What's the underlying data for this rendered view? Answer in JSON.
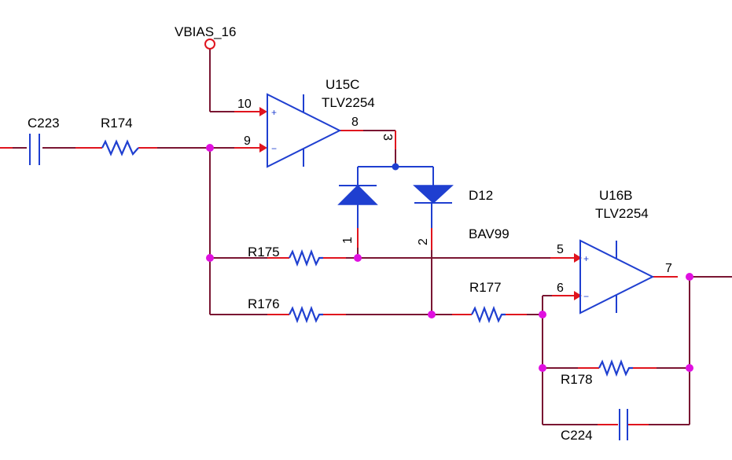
{
  "labels": {
    "vbias": "VBIAS_16",
    "c223": "C223",
    "r174": "R174",
    "r175": "R175",
    "r176": "R176",
    "r177": "R177",
    "r178": "R178",
    "c224": "C224",
    "u15_ref": "U15C",
    "u15_part": "TLV2254",
    "u16_ref": "U16B",
    "u16_part": "TLV2254",
    "d12_ref": "D12",
    "d12_part": "BAV99"
  },
  "pins": {
    "u15_in_plus": "10",
    "u15_in_minus": "9",
    "u15_out": "8",
    "d12_common": "3",
    "d12_a": "1",
    "d12_b": "2",
    "u16_in_plus": "5",
    "u16_in_minus": "6",
    "u16_out": "7"
  },
  "signs": {
    "plus": "+",
    "minus": "−"
  },
  "colors": {
    "wire": "#7a1632",
    "pin_stub": "#e0141e",
    "component": "#1f3fd0",
    "junction": "#e010e0"
  }
}
